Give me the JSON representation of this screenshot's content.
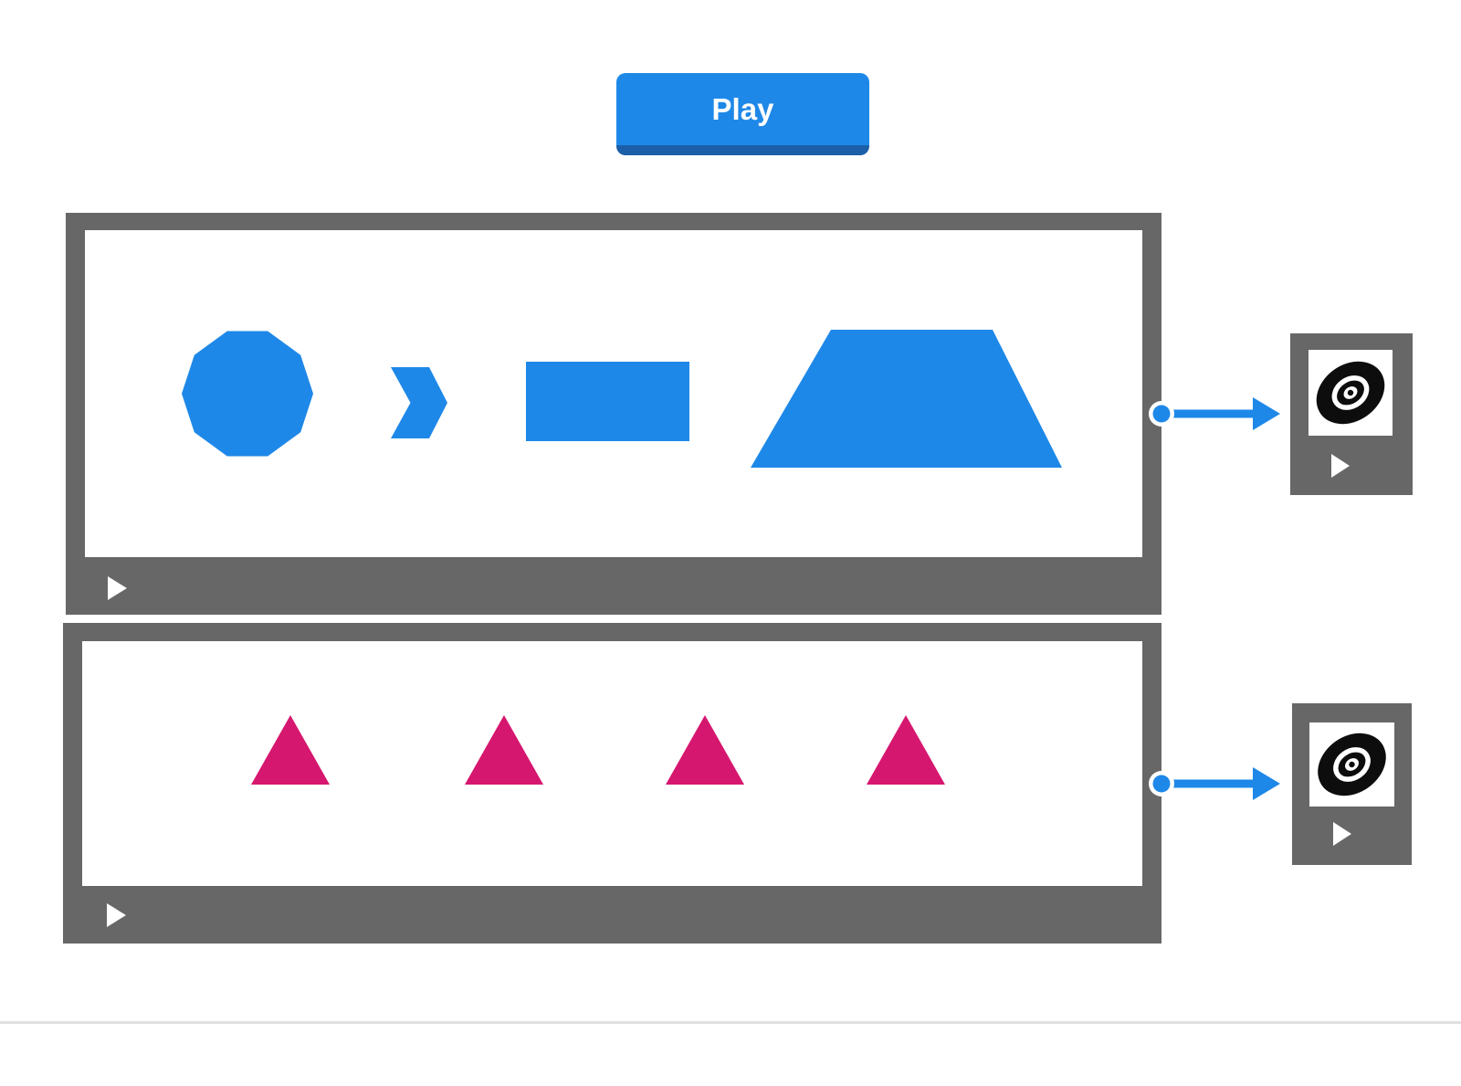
{
  "colors": {
    "blue": "#1e88e8",
    "blue_dark": "#1a5fa8",
    "gray": "#676767",
    "pink": "#d6176f",
    "record_black": "#0d0d0d",
    "white": "#ffffff",
    "separator": "#e0e0e0"
  },
  "play_button": {
    "label": "Play"
  },
  "tracks": [
    {
      "id": "track-1",
      "shape_color": "#1e88e8",
      "shapes": [
        {
          "type": "decagon"
        },
        {
          "type": "chevron-right"
        },
        {
          "type": "rectangle"
        },
        {
          "type": "trapezoid"
        }
      ],
      "footer_icon": "play-triangle",
      "connector_icon": "dot-arrow-right",
      "output": {
        "device_icon": "vinyl-record",
        "button_icon": "play-triangle"
      }
    },
    {
      "id": "track-2",
      "shape_color": "#d6176f",
      "shapes": [
        {
          "type": "triangle"
        },
        {
          "type": "triangle"
        },
        {
          "type": "triangle"
        },
        {
          "type": "triangle"
        }
      ],
      "footer_icon": "play-triangle",
      "connector_icon": "dot-arrow-right",
      "output": {
        "device_icon": "vinyl-record",
        "button_icon": "play-triangle"
      }
    }
  ]
}
